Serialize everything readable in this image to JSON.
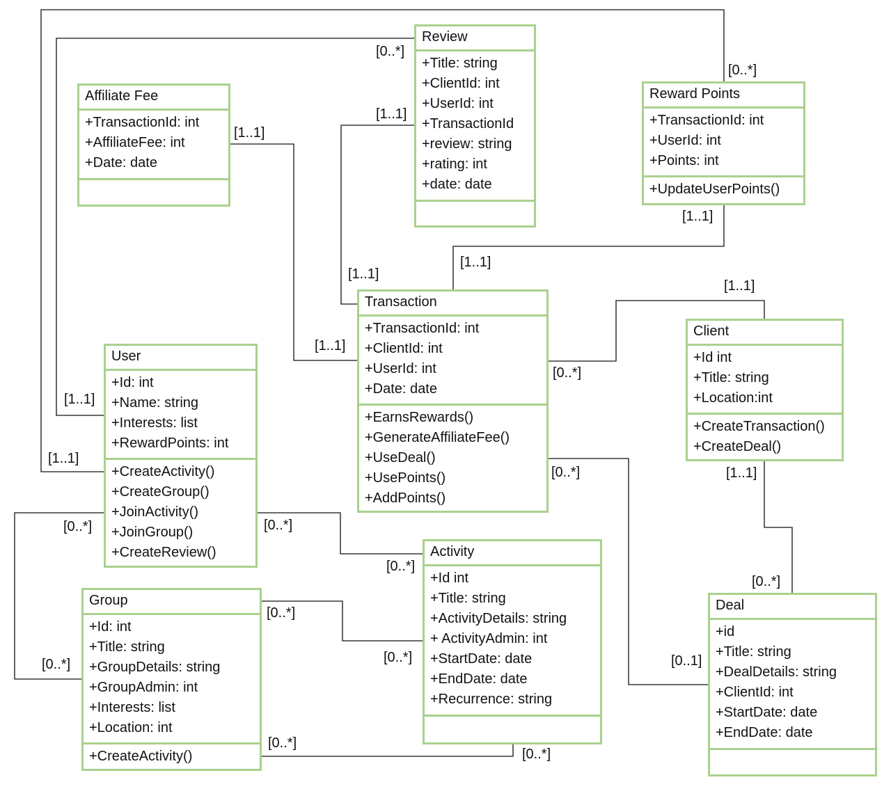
{
  "classes": {
    "review": {
      "name": "Review",
      "attributes": [
        "+Title: string",
        "+ClientId: int",
        "+UserId: int",
        "+TransactionId",
        "+review: string",
        "+rating: int",
        "+date: date"
      ],
      "operations": []
    },
    "affiliate_fee": {
      "name": "Affiliate Fee",
      "attributes": [
        "+TransactionId: int",
        "+AffiliateFee: int",
        "+Date: date"
      ],
      "operations": []
    },
    "reward_points": {
      "name": "Reward Points",
      "attributes": [
        "+TransactionId: int",
        "+UserId: int",
        "+Points: int"
      ],
      "operations": [
        "+UpdateUserPoints()"
      ]
    },
    "transaction": {
      "name": "Transaction",
      "attributes": [
        "+TransactionId: int",
        "+ClientId: int",
        "+UserId: int",
        "+Date: date"
      ],
      "operations": [
        "+EarnsRewards()",
        "+GenerateAffiliateFee()",
        "+UseDeal()",
        "+UsePoints()",
        "+AddPoints()"
      ]
    },
    "user": {
      "name": "User",
      "attributes": [
        "+Id: int",
        "+Name: string",
        "+Interests: list",
        "+RewardPoints: int"
      ],
      "operations": [
        "+CreateActivity()",
        "+CreateGroup()",
        "+JoinActivity()",
        "+JoinGroup()",
        "+CreateReview()"
      ]
    },
    "client": {
      "name": "Client",
      "attributes": [
        "+Id int",
        "+Title: string",
        "+Location:int"
      ],
      "operations": [
        "+CreateTransaction()",
        "+CreateDeal()"
      ]
    },
    "activity": {
      "name": "Activity",
      "attributes": [
        "+Id int",
        "+Title: string",
        "+ActivityDetails: string",
        "+ ActivityAdmin: int",
        "+StartDate: date",
        "+EndDate: date",
        "+Recurrence: string"
      ],
      "operations": []
    },
    "group": {
      "name": "Group",
      "attributes": [
        "+Id: int",
        "+Title: string",
        "+GroupDetails: string",
        "+GroupAdmin: int",
        "+Interests: list",
        "+Location: int"
      ],
      "operations": [
        "+CreateActivity()"
      ]
    },
    "deal": {
      "name": "Deal",
      "attributes": [
        "+id",
        "+Title: string",
        "+DealDetails: string",
        "+ClientId: int",
        "+StartDate: date",
        "+EndDate: date"
      ],
      "operations": []
    }
  },
  "multiplicities": {
    "review_user": "[0..*]",
    "reward_user": "[0..*]",
    "review_transaction": "[1..1]",
    "affiliate_transaction": "[1..1]",
    "reward_transaction": "[1..1]",
    "transaction_review": "[1..1]",
    "transaction_reward": "[1..1]",
    "client_transaction": "[1..1]",
    "transaction_affiliate": "[1..1]",
    "transaction_client": "[0..*]",
    "user_review": "[1..1]",
    "user_reward": "[1..1]",
    "transaction_deal": "[0..*]",
    "client_deal": "[1..1]",
    "user_group": "[0..*]",
    "user_activity": "[0..*]",
    "activity_user": "[0..*]",
    "deal_client": "[0..*]",
    "group_activity": "[0..*]",
    "deal_transaction": "[0..1]",
    "activity_group": "[0..*]",
    "group_user": "[0..*]",
    "group_activity_op": "[0..*]",
    "activity_group_op": "[0..*]"
  }
}
